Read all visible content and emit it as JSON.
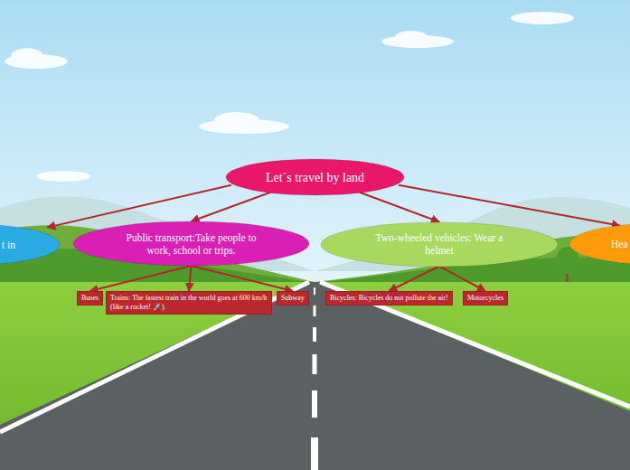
{
  "diagram": {
    "nodes": [
      {
        "text": [
          "Let´s travel by land"
        ]
      },
      {
        "text": [
          "t in"
        ]
      },
      {
        "text": [
          "Public transport:Take people to work, school or trips."
        ]
      },
      {
        "text": [
          "Two-wheeled vehicles: Wear a helmet"
        ]
      },
      {
        "text": [
          "Hea"
        ]
      },
      {
        "text": [
          "Buses"
        ]
      },
      {
        "text": [
          "Trains: The fastest train in the world goes at 600 km/h (like a rocket! 🚀)."
        ]
      },
      {
        "text": [
          "Subway"
        ]
      },
      {
        "text": [
          "Bicycles: Bicycles do not pollute the air!"
        ]
      },
      {
        "text": [
          "Motorcycles"
        ]
      }
    ],
    "edges": [
      {
        "from": 0,
        "to": 1,
        "arrow": "to"
      },
      {
        "from": 0,
        "to": 2,
        "arrow": "to"
      },
      {
        "from": 0,
        "to": 3,
        "arrow": "to"
      },
      {
        "from": 0,
        "to": 4,
        "arrow": "to"
      },
      {
        "from": 2,
        "to": 5,
        "arrow": "to"
      },
      {
        "from": 2,
        "to": 6,
        "arrow": "to"
      },
      {
        "from": 2,
        "to": 7,
        "arrow": "to"
      },
      {
        "from": 3,
        "to": 8,
        "arrow": "to"
      },
      {
        "from": 3,
        "to": 9,
        "arrow": "to"
      }
    ]
  }
}
